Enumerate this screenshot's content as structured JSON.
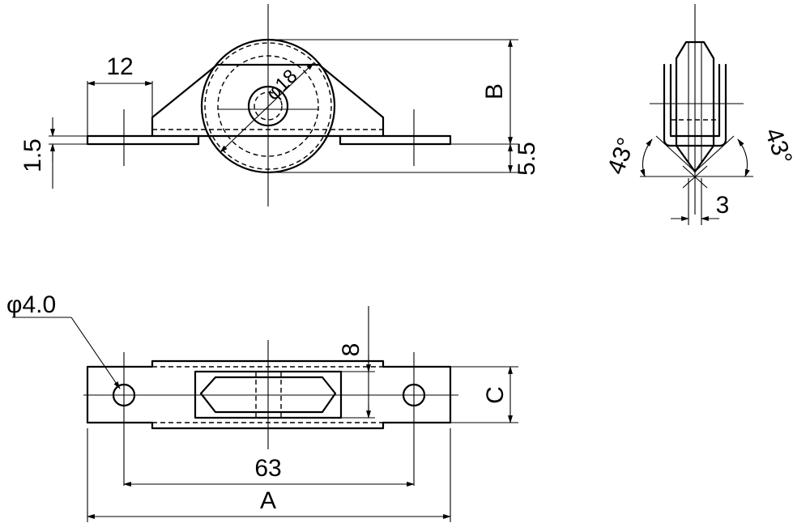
{
  "drawing": {
    "front_view": {
      "width_12": "12",
      "height_B": "B",
      "thickness_1_5": "1.5",
      "offset_5_5": "5.5",
      "diameter_18": "φ18"
    },
    "side_view": {
      "angle_left": "43°",
      "angle_right": "43°",
      "width_3": "3"
    },
    "top_view": {
      "hole_dia": "φ4.0",
      "width_8": "8",
      "height_C": "C",
      "pitch_63": "63",
      "length_A": "A"
    }
  }
}
